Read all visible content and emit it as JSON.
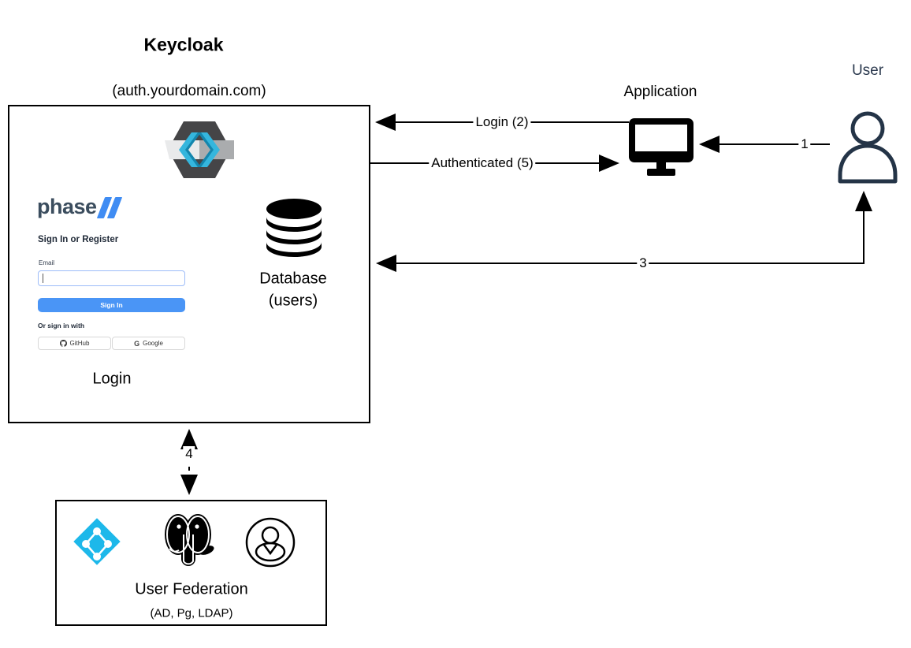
{
  "diagram": {
    "title": "Keycloak",
    "subtitle": "(auth.yourdomain.com)",
    "keycloak_box": {
      "login_form": {
        "logo_text": "phase",
        "heading": "Sign In or Register",
        "email_label": "Email",
        "email_value": "",
        "email_placeholder": "",
        "signin_button": "Sign In",
        "or_text": "Or sign in with",
        "github_button": "GitHub",
        "google_glyph": "G",
        "google_button": "Google"
      },
      "login_label": "Login",
      "database_label": "Database",
      "database_sublabel": "(users)"
    },
    "application": {
      "label": "Application"
    },
    "user": {
      "label": "User"
    },
    "user_federation": {
      "label": "User Federation",
      "sublabel": "(AD, Pg, LDAP)"
    },
    "arrows": {
      "login": "Login (2)",
      "authenticated": "Authenticated (5)",
      "step1": "1",
      "step3": "3",
      "step4": "4"
    },
    "colors": {
      "accent_blue": "#4a95f6",
      "phase_text": "#3b4d5e",
      "phase_slash": "#3f8cf3",
      "user_navy": "#2c3a4f",
      "ad_cyan": "#1db8ea",
      "keycloak_dark": "#454547",
      "black": "#000000"
    }
  }
}
